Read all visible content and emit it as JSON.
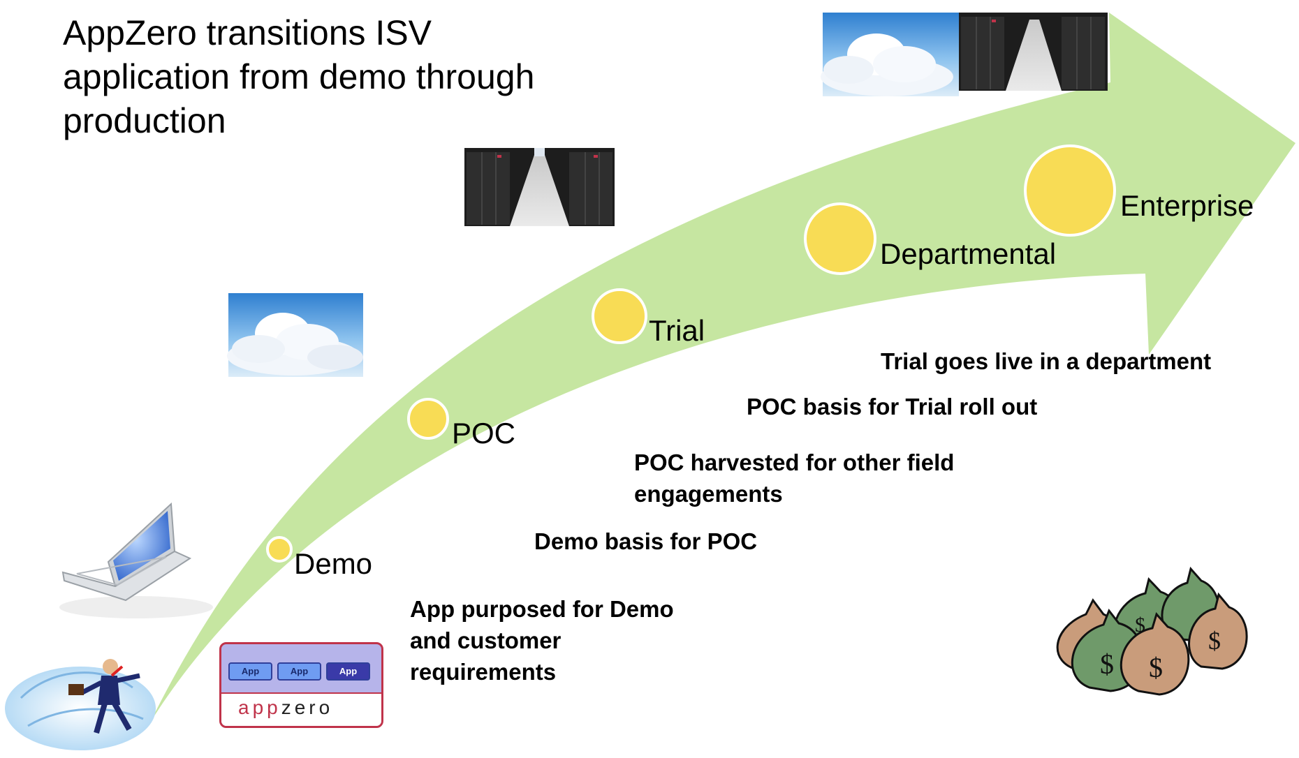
{
  "title": {
    "line1": "AppZero transitions ISV",
    "line2": "application from demo through",
    "line3": "production"
  },
  "stages": [
    {
      "label": "Demo"
    },
    {
      "label": "POC"
    },
    {
      "label": "Trial"
    },
    {
      "label": "Departmental"
    },
    {
      "label": "Enterprise"
    }
  ],
  "descriptions": {
    "app_purposed": [
      "App purposed for Demo",
      "and customer",
      "requirements"
    ],
    "demo_basis": "Demo basis for POC",
    "poc_harvested": [
      "POC harvested for other field",
      "engagements"
    ],
    "poc_basis": "POC basis for Trial roll out",
    "trial_live": "Trial goes live in a department"
  },
  "appbox": {
    "chips": [
      "App",
      "App",
      "App"
    ],
    "brand_a": "app",
    "brand_b": "zero"
  },
  "colors": {
    "arrow": "#c6e6a1",
    "stage_circle": "#f8dc55",
    "money": "#6f9a6a"
  },
  "icons": {
    "clouds": "cloud-photo",
    "datacenter": "server-rack-photo",
    "laptop": "laptop-icon",
    "person": "skater-businessman-icon",
    "money": "money-bags-icon"
  }
}
